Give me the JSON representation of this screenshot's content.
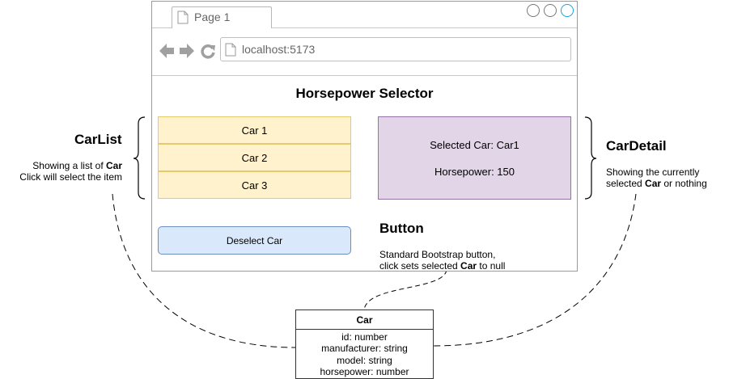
{
  "browser": {
    "tab_label": "Page 1",
    "url": "localhost:5173"
  },
  "app": {
    "title": "Horsepower Selector",
    "car_list": [
      "Car 1",
      "Car 2",
      "Car 3"
    ],
    "car_detail": {
      "selected_text": "Selected Car: Car1",
      "horsepower_text": "Horsepower: 150"
    },
    "deselect_label": "Deselect Car"
  },
  "annotations": {
    "carlist": {
      "title": "CarList",
      "line1_prefix": "Showing a list of ",
      "line1_bold": "Car",
      "line2": "Click will select the item"
    },
    "cardetail": {
      "title": "CarDetail",
      "line1": "Showing the currently",
      "line2_prefix": "selected ",
      "line2_bold": "Car",
      "line2_suffix": " or nothing"
    },
    "button": {
      "title": "Button",
      "line1": "Standard Bootstrap button,",
      "line2_prefix": "click sets selected ",
      "line2_bold": "Car",
      "line2_suffix": " to null"
    }
  },
  "car_class": {
    "name": "Car",
    "fields": [
      "id: number",
      "manufacturer: string",
      "model: string",
      "horsepower: number"
    ]
  },
  "colors": {
    "list_fill": "#fff2cc",
    "list_border": "#e6c86e",
    "detail_fill": "#e1d5e7",
    "detail_border": "#9673a6",
    "button_fill": "#dae8fc",
    "button_border": "#6c8ebf",
    "window_control_active": "#1ba1e2"
  }
}
